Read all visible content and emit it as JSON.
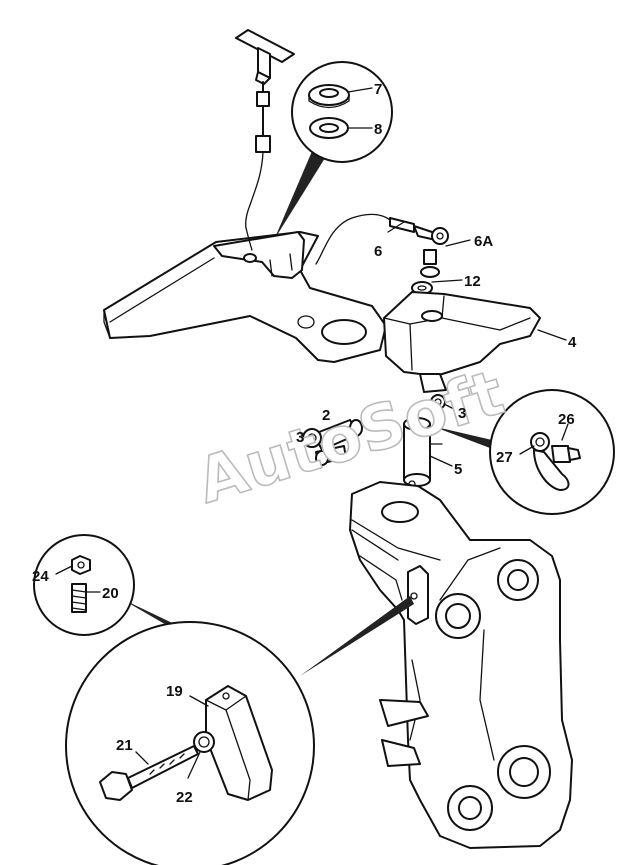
{
  "watermark": "AutoSoft",
  "callouts": {
    "c7": "7",
    "c8": "8",
    "c6": "6",
    "c6a": "6A",
    "c12": "12",
    "c4": "4",
    "c3a": "3",
    "c2": "2",
    "c3b": "3",
    "c5": "5",
    "c26": "26",
    "c27": "27",
    "c24": "24",
    "c20": "20",
    "c19": "19",
    "c21": "21",
    "c22": "22"
  }
}
